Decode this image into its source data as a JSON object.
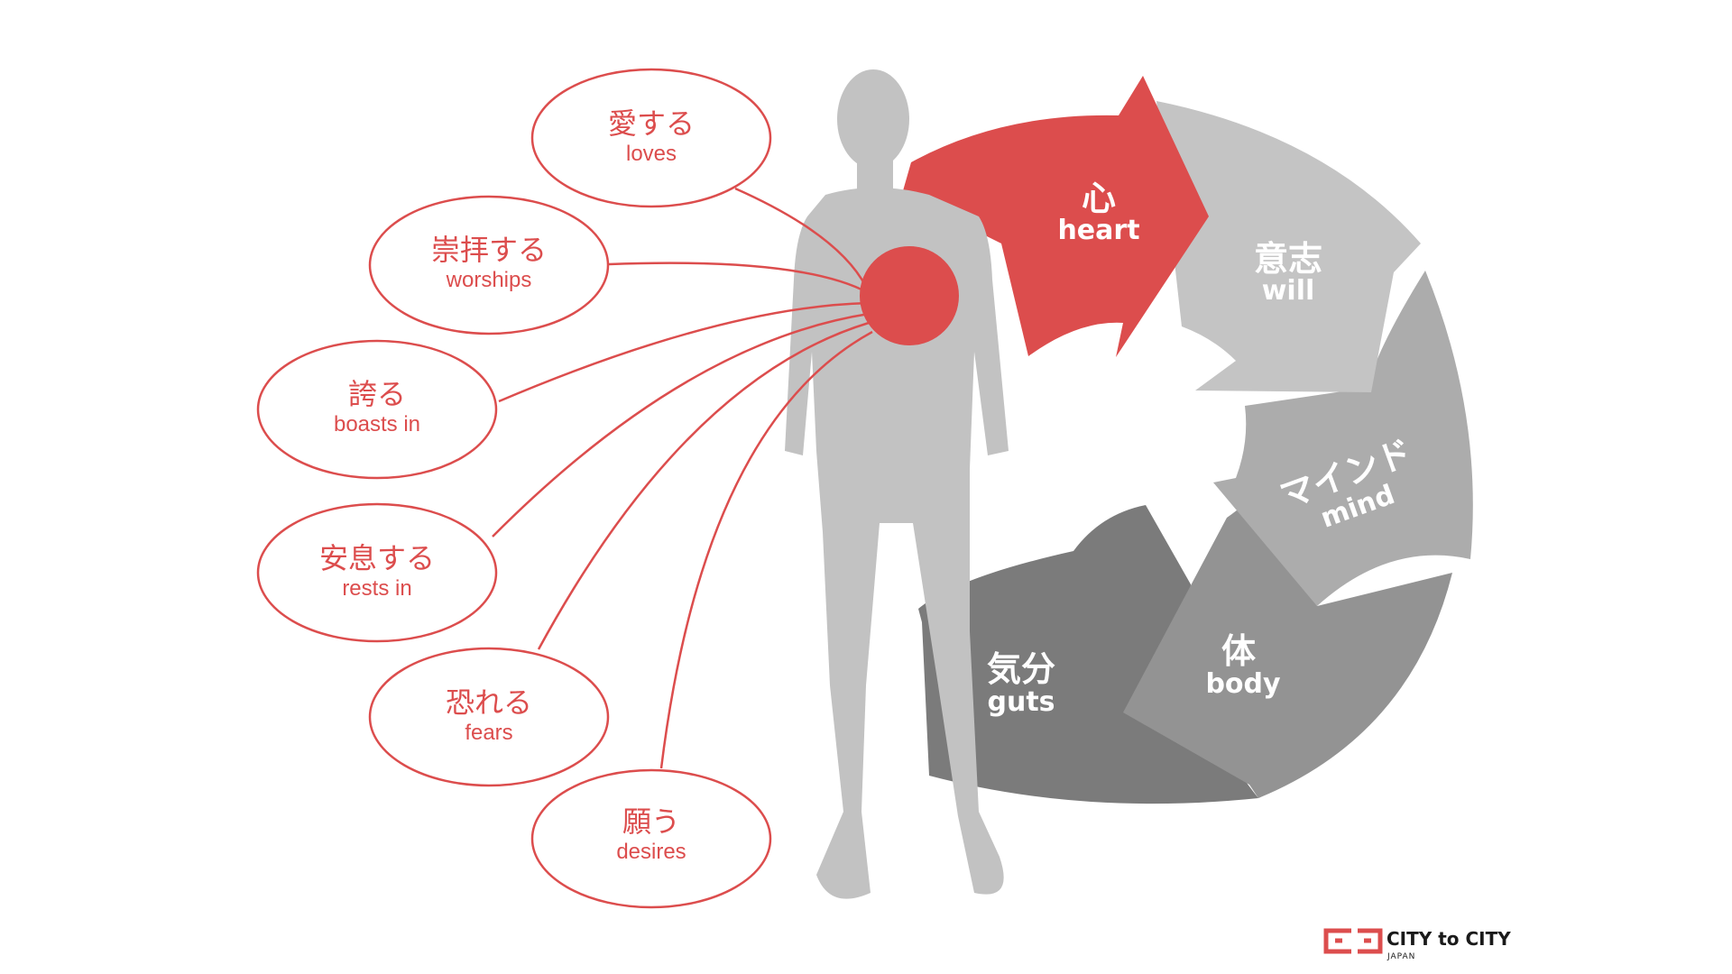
{
  "colors": {
    "accent": "#dc4d4d",
    "silhouette": "#c2c2c2",
    "will": "#c4c4c4",
    "mind": "#acacac",
    "body": "#939393",
    "guts": "#7b7b7b"
  },
  "ellipses": [
    {
      "jp": "愛する",
      "en": "loves"
    },
    {
      "jp": "崇拝する",
      "en": "worships"
    },
    {
      "jp": "誇る",
      "en": "boasts in"
    },
    {
      "jp": "安息する",
      "en": "rests in"
    },
    {
      "jp": "恐れる",
      "en": "fears"
    },
    {
      "jp": "願う",
      "en": "desires"
    }
  ],
  "cycle": {
    "heart": {
      "jp": "心",
      "en": "heart"
    },
    "will": {
      "jp": "意志",
      "en": "will"
    },
    "mind": {
      "jp": "マインド",
      "en": "mind"
    },
    "body": {
      "jp": "体",
      "en": "body"
    },
    "guts": {
      "jp": "気分",
      "en": "guts"
    }
  },
  "logo": {
    "name": "CITY to CITY",
    "sub": "JAPAN"
  }
}
